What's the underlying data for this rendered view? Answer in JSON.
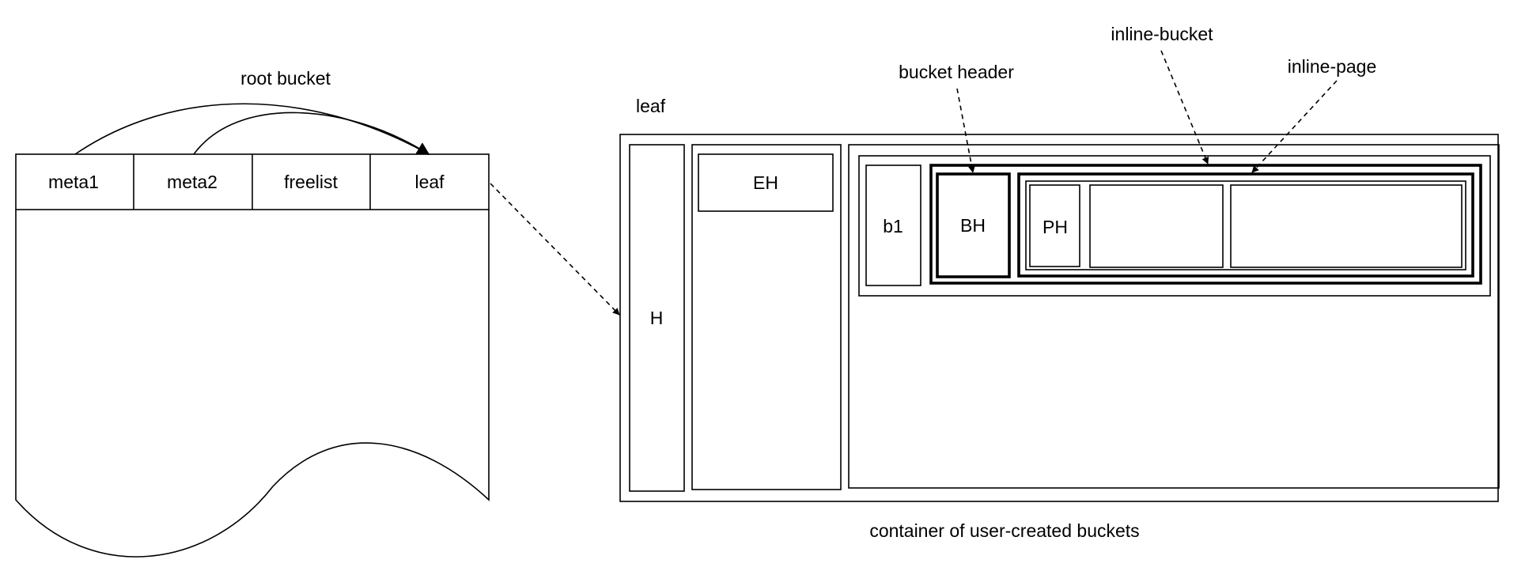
{
  "page": {
    "labels": {
      "root_bucket": "root bucket",
      "leaf_top": "leaf",
      "bucket_header": "bucket header",
      "inline_bucket": "inline-bucket",
      "inline_page": "inline-page",
      "container": "container of user-created buckets"
    },
    "cells": {
      "meta1": "meta1",
      "meta2": "meta2",
      "freelist": "freelist",
      "leaf": "leaf"
    },
    "blocks": {
      "h": "H",
      "eh": "EH",
      "b1": "b1",
      "bh": "BH",
      "ph": "PH"
    }
  }
}
